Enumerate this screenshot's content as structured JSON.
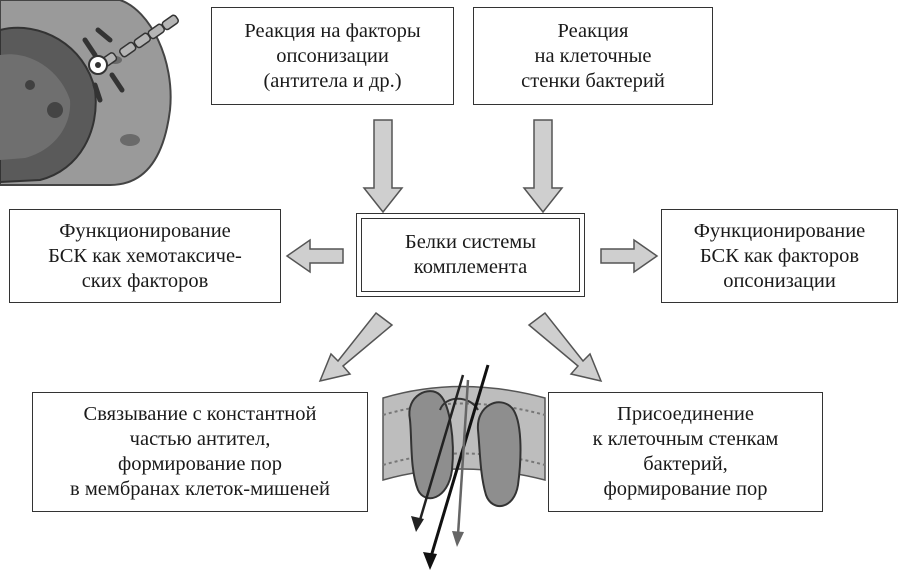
{
  "center": {
    "lines": [
      "Белки системы",
      "комплемента"
    ]
  },
  "top_left": {
    "lines": [
      "Реакция на факторы",
      "опсонизации",
      "(антитела и др.)"
    ]
  },
  "top_right": {
    "lines": [
      "Реакция",
      "на клеточные",
      "стенки бактерий"
    ]
  },
  "mid_left": {
    "lines": [
      "Функционирование",
      "БСК как хемотаксиче-",
      "ских факторов"
    ]
  },
  "mid_right": {
    "lines": [
      "Функционирование",
      "БСК как факторов",
      "опсонизации"
    ]
  },
  "bottom_left": {
    "lines": [
      "Связывание с константной",
      "частью антител,",
      "формирование пор",
      "в мембранах клеток-мишеней"
    ]
  },
  "bottom_right": {
    "lines": [
      "Присоединение",
      "к клеточным стенкам",
      "бактерий,",
      "формирование пор"
    ]
  },
  "colors": {
    "arrow_fill": "#cfcfcf",
    "arrow_stroke": "#555555",
    "border": "#333333"
  }
}
